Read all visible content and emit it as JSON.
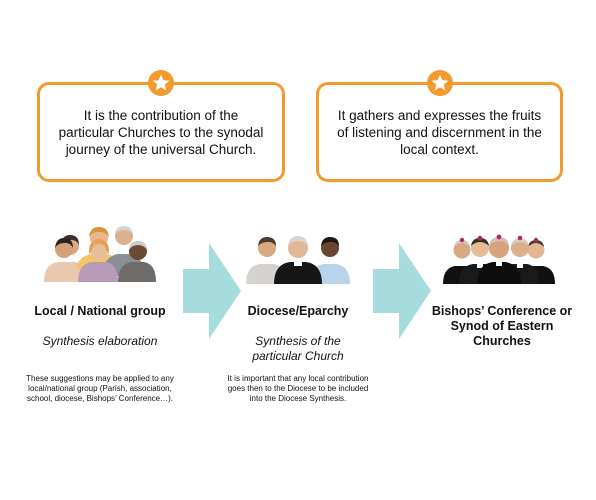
{
  "callouts": [
    {
      "text": "It is the contribution of the particular Churches to the synodal journey of the universal Church."
    },
    {
      "text": "It gathers and expresses the fruits of listening and discernment in the local context."
    }
  ],
  "stages": [
    {
      "title": "Local / National group",
      "subtitle": "Synthesis elaboration",
      "note": "These suggestions may be applied to any local/national group (Parish, association, school, diocese, Bishops’ Conference…)."
    },
    {
      "title": "Diocese/Eparchy",
      "subtitle": "Synthesis of the particular Church",
      "note": "It is important that any local contribution goes then to the Diocese to be included into the Diocese Synthesis."
    },
    {
      "title": "Bishops’ Conference or Synod of Eastern Churches",
      "subtitle": "",
      "note": ""
    }
  ],
  "colors": {
    "callout_border": "#f29a2e",
    "arrow": "#a7dcdf"
  },
  "icons": [
    "star-icon",
    "people-group-icon",
    "clergy-group-icon",
    "bishops-group-icon"
  ]
}
